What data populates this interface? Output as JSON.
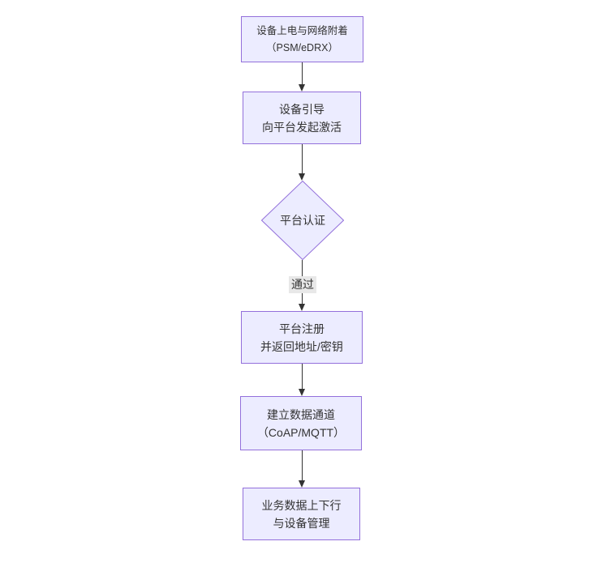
{
  "theme": {
    "background": "#ffffff",
    "node_fill": "#ececff",
    "node_border": "#9370db",
    "edge_color": "#333333",
    "text_color": "#333333",
    "edge_label_bg": "#e8e8e8"
  },
  "diagram": {
    "type": "flowchart",
    "direction": "top-down",
    "nodes": [
      {
        "id": "power-attach",
        "shape": "rect",
        "lines": [
          "设备上电与网络附着",
          "（PSM/eDRX）"
        ]
      },
      {
        "id": "bootstrap",
        "shape": "rect",
        "lines": [
          "设备引导",
          "向平台发起激活"
        ]
      },
      {
        "id": "platform-auth",
        "shape": "diamond",
        "lines": [
          "平台认证"
        ]
      },
      {
        "id": "register",
        "shape": "rect",
        "lines": [
          "平台注册",
          "并返回地址/密钥"
        ]
      },
      {
        "id": "data-channel",
        "shape": "rect",
        "lines": [
          "建立数据通道",
          "（CoAP/MQTT）"
        ]
      },
      {
        "id": "business",
        "shape": "rect",
        "lines": [
          "业务数据上下行",
          "与设备管理"
        ]
      }
    ],
    "edges": [
      {
        "from": "power-attach",
        "to": "bootstrap",
        "label": ""
      },
      {
        "from": "bootstrap",
        "to": "platform-auth",
        "label": ""
      },
      {
        "from": "platform-auth",
        "to": "register",
        "label": "通过"
      },
      {
        "from": "register",
        "to": "data-channel",
        "label": ""
      },
      {
        "from": "data-channel",
        "to": "business",
        "label": ""
      }
    ]
  }
}
